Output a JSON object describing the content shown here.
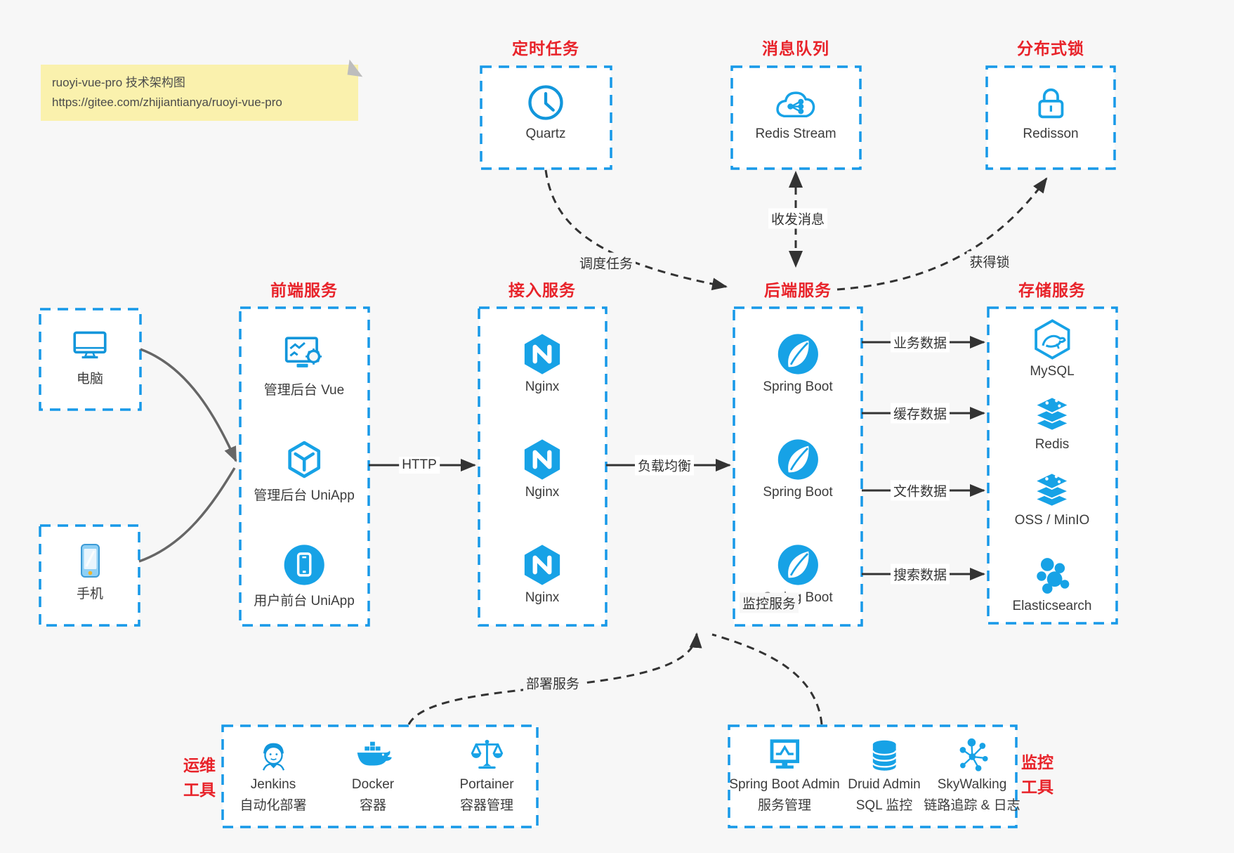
{
  "note": {
    "line1": "ruoyi-vue-pro 技术架构图",
    "line2": "https://gitee.com/zhijiantianya/ruoyi-vue-pro"
  },
  "colors": {
    "canvas": "#f7f7f7",
    "box_fill": "#ffffff",
    "box_border_blue": "#1799e8",
    "icon_blue_fill": "#17a2e6",
    "icon_blue_stroke": "#1296db",
    "title_red": "#e8232a",
    "arrow_dark": "#333333",
    "arrow_gray": "#666666",
    "note_yellow": "#faf1ad"
  },
  "groups": {
    "scheduled": {
      "title": "定时任务",
      "items": [
        {
          "label": "Quartz",
          "icon": "clock-icon"
        }
      ]
    },
    "mq": {
      "title": "消息队列",
      "items": [
        {
          "label": "Redis Stream",
          "icon": "cloud-share-icon"
        }
      ]
    },
    "lock": {
      "title": "分布式锁",
      "items": [
        {
          "label": "Redisson",
          "icon": "padlock-icon"
        }
      ]
    },
    "clients": {
      "items": [
        {
          "label": "电脑",
          "icon": "desktop-icon"
        },
        {
          "label": "手机",
          "icon": "smartphone-icon"
        }
      ]
    },
    "frontend": {
      "title": "前端服务",
      "items": [
        "管理后台 Vue",
        "管理后台 UniApp",
        "用户前台 UniApp"
      ]
    },
    "gateway": {
      "title": "接入服务",
      "items": [
        "Nginx",
        "Nginx",
        "Nginx"
      ]
    },
    "backend": {
      "title": "后端服务",
      "items": [
        "Spring Boot",
        "Spring Boot",
        "Spring Boot"
      ]
    },
    "storage": {
      "title": "存储服务",
      "items": [
        "MySQL",
        "Redis",
        "OSS / MinIO",
        "Elasticsearch"
      ]
    },
    "ops": {
      "title_line1": "运维",
      "title_line2": "工具",
      "items": [
        {
          "name": "Jenkins",
          "desc": "自动化部署",
          "icon": "jenkins-icon"
        },
        {
          "name": "Docker",
          "desc": "容器",
          "icon": "docker-whale-icon"
        },
        {
          "name": "Portainer",
          "desc": "容器管理",
          "icon": "scales-icon"
        }
      ]
    },
    "monitor": {
      "title_line1": "监控",
      "title_line2": "工具",
      "items": [
        {
          "name": "Spring Boot Admin",
          "desc": "服务管理",
          "icon": "monitor-pulse-icon"
        },
        {
          "name": "Druid Admin",
          "desc": "SQL 监控",
          "icon": "database-icon"
        },
        {
          "name": "SkyWalking",
          "desc": "链路追踪 & 日志",
          "icon": "network-nodes-icon"
        }
      ]
    }
  },
  "edges": {
    "http": "HTTP",
    "lb": "负载均衡",
    "biz": "业务数据",
    "cache": "缓存数据",
    "file": "文件数据",
    "search": "搜索数据",
    "schedule": "调度任务",
    "message": "收发消息",
    "lock": "获得锁",
    "deploy": "部署服务",
    "monitor": "监控服务"
  }
}
